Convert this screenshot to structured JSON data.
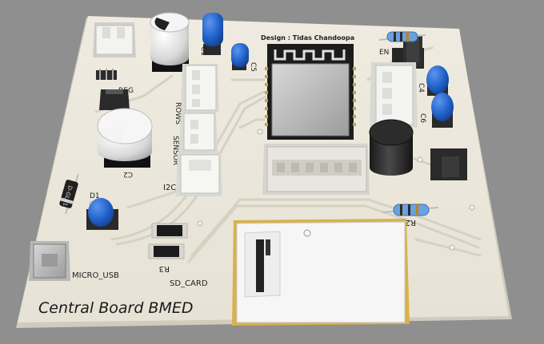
{
  "board": {
    "title": "Central Board BMED",
    "designer": "Design : Tidas Chandoopa"
  },
  "labels": {
    "reg": "REG",
    "rows": "ROWS",
    "sensor": "SENSOR",
    "i2c": "I2C",
    "micro_usb": "MICRO_USB",
    "sd_card": "SD_CARD",
    "en": "EN",
    "c1": "C1",
    "c2": "C2",
    "c4": "C4",
    "c5": "C5",
    "c6": "C6",
    "r2": "R2",
    "r3": "R3",
    "d1": "D1",
    "diode_mark": "D-GL41"
  },
  "colors": {
    "background": "#8f8f8f",
    "board": "#ece8dc",
    "board_edge": "#cfcbbd",
    "trace": "#dcd8cb",
    "cap_blue": "#1f5fbf",
    "header_white": "#f2f2ef",
    "shield": "#c9c9c9",
    "chip_black": "#202020",
    "sd_slot": "#f5f5f5"
  }
}
